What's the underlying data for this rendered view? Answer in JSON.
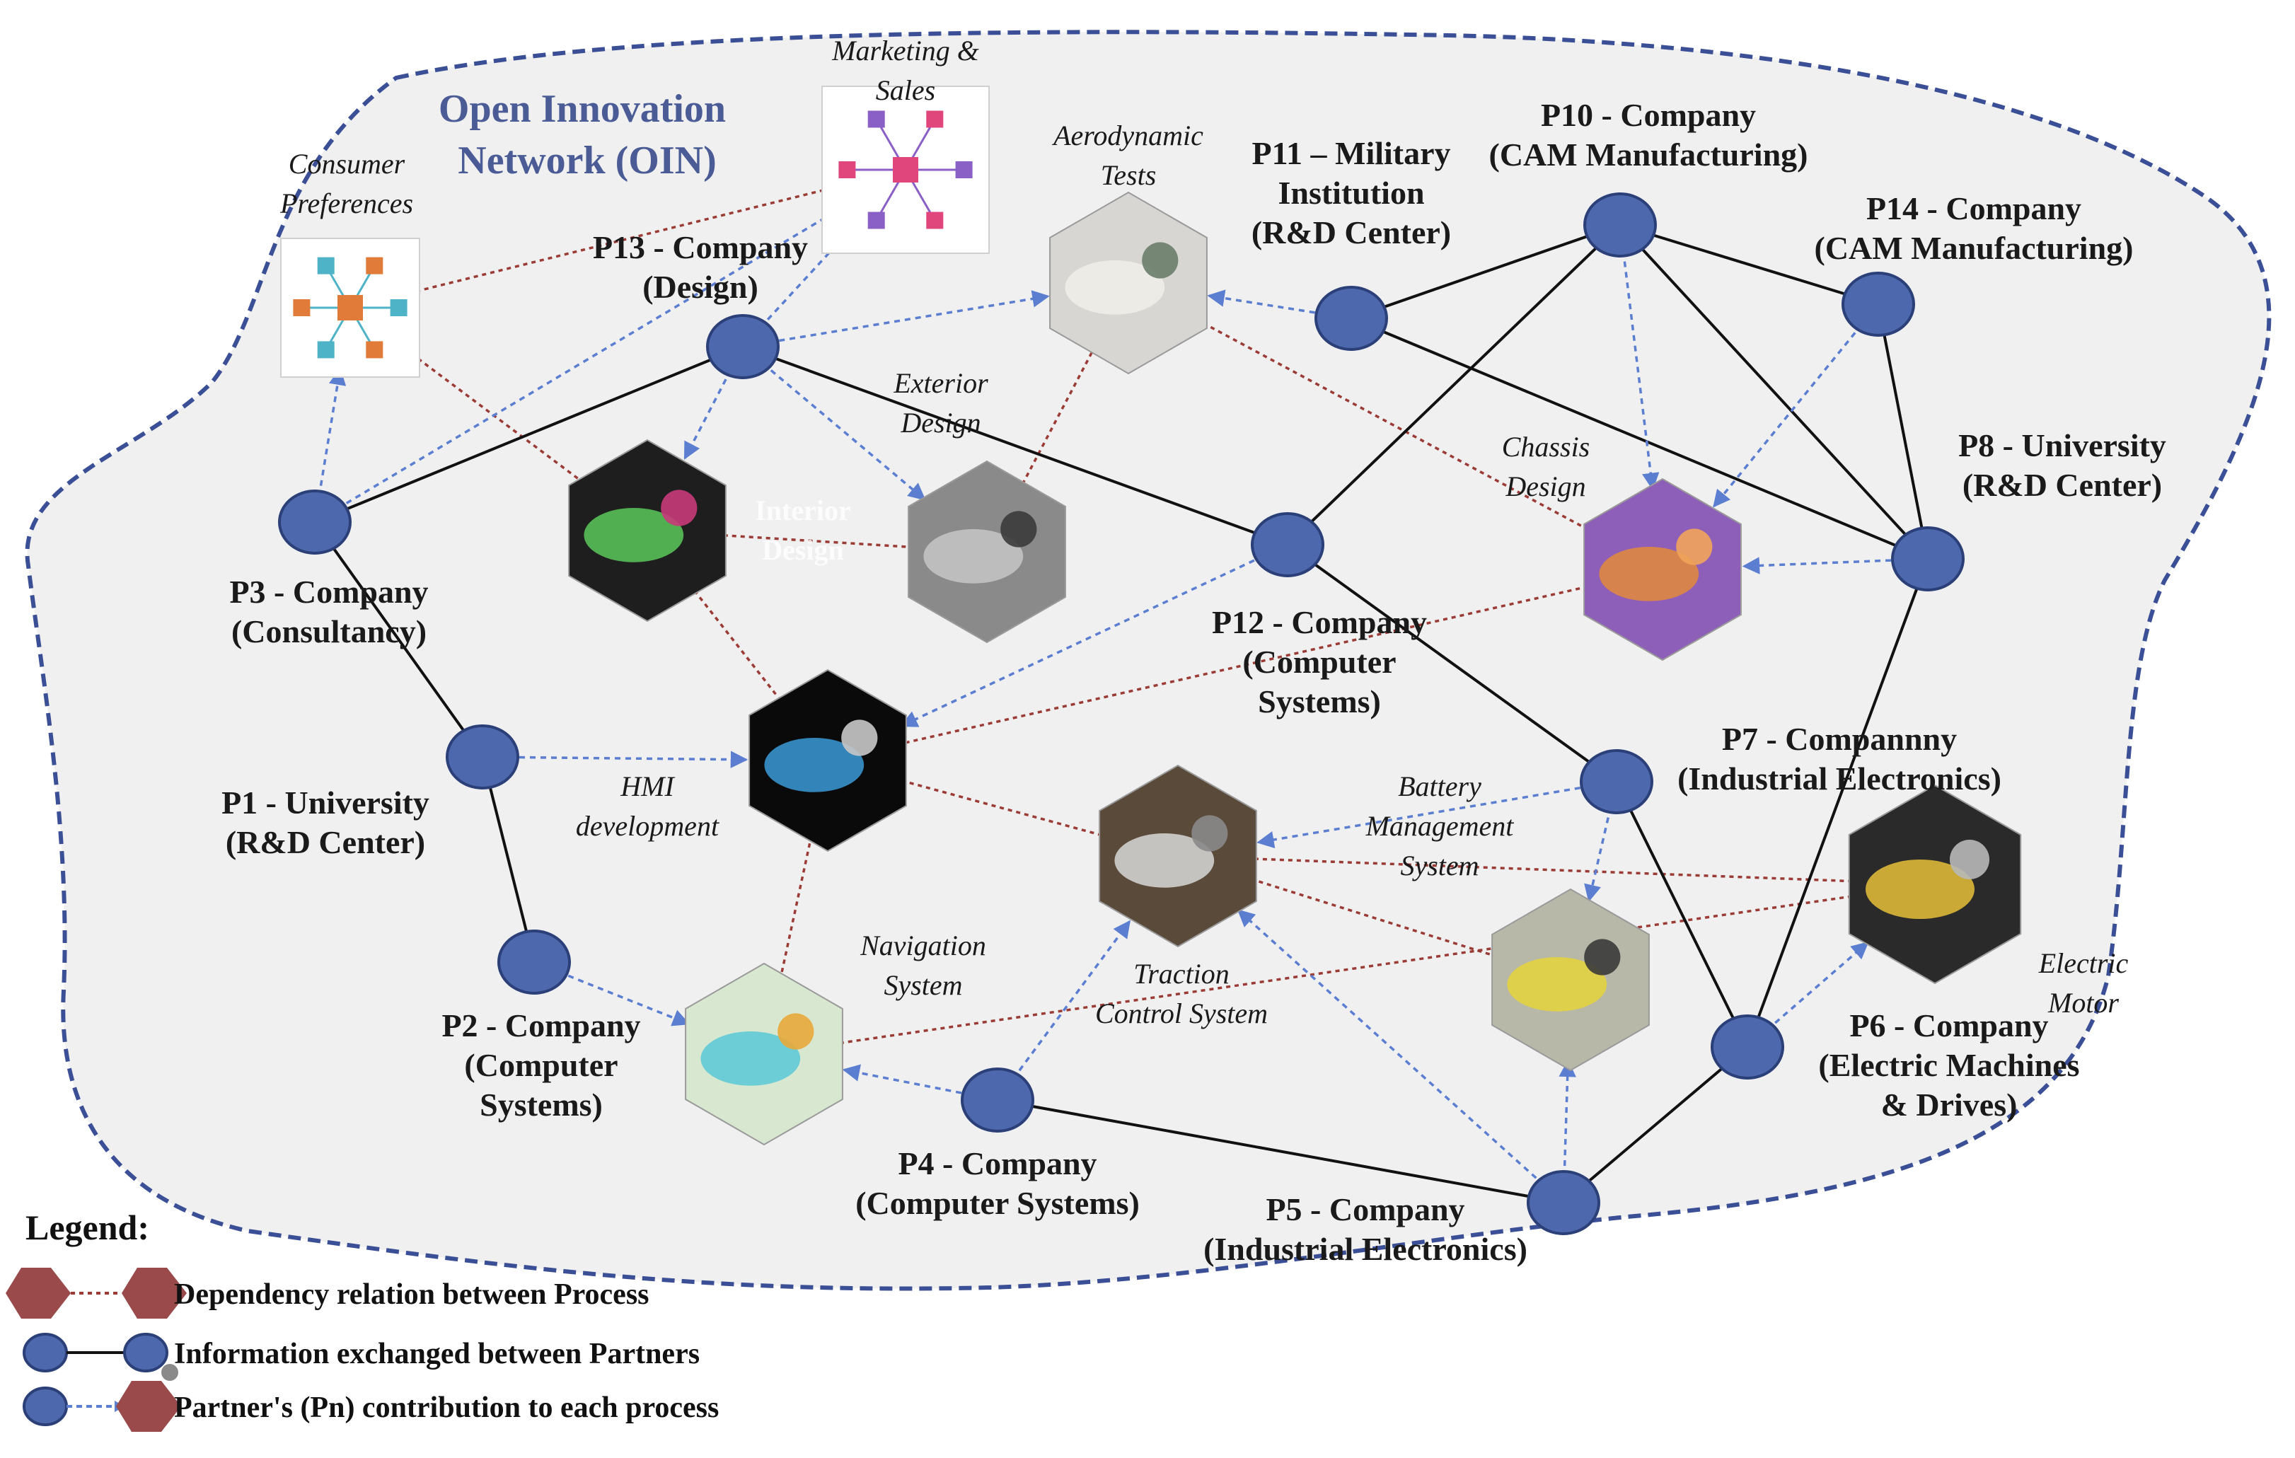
{
  "title": [
    "Open Innovation",
    "Network (OIN)"
  ],
  "colors": {
    "partner": "#4e68ad",
    "partner_stroke": "#2b3f78",
    "partner_link": "#111111",
    "contribution": "#5b7ed1",
    "dependency": "#9a3b35",
    "process_legend": "#9a4a4a",
    "boundary": "#3b4f96",
    "network_fill": "#f0f0f0"
  },
  "partners": [
    {
      "id": "P10",
      "lines": [
        "P10 - Company",
        "(CAM Manufacturing)"
      ]
    },
    {
      "id": "P11",
      "lines": [
        "P11 – Military",
        "Institution",
        "(R&D Center)"
      ]
    },
    {
      "id": "P14",
      "lines": [
        "P14 - Company",
        "(CAM Manufacturing)"
      ]
    },
    {
      "id": "P13",
      "lines": [
        "P13 - Company",
        "(Design)"
      ]
    },
    {
      "id": "P8",
      "lines": [
        "P8 - University",
        "(R&D Center)"
      ]
    },
    {
      "id": "P3",
      "lines": [
        "P3 - Company",
        "(Consultancy)"
      ]
    },
    {
      "id": "P12",
      "lines": [
        "P12 - Company",
        "(Computer",
        "Systems)"
      ]
    },
    {
      "id": "P7",
      "lines": [
        "P7 - Compannny",
        "(Industrial Electronics)"
      ]
    },
    {
      "id": "P1",
      "lines": [
        "P1 - University",
        "(R&D Center)"
      ]
    },
    {
      "id": "P2",
      "lines": [
        "P2 - Company",
        "(Computer",
        "Systems)"
      ]
    },
    {
      "id": "P4",
      "lines": [
        "P4 - Company",
        "(Computer Systems)"
      ]
    },
    {
      "id": "P6",
      "lines": [
        "P6 - Company",
        "(Electric Machines",
        "& Drives)"
      ]
    },
    {
      "id": "P5",
      "lines": [
        "P5 - Company",
        "(Industrial Electronics)"
      ]
    }
  ],
  "processes": [
    {
      "id": "consumer",
      "icon": "consumer-preferences-icon",
      "lines": [
        "Consumer",
        "Preferences"
      ]
    },
    {
      "id": "marketing",
      "icon": "marketing-sales-icon",
      "lines": [
        "Marketing &",
        "Sales"
      ]
    },
    {
      "id": "aero",
      "icon": "aerodynamic-tests-icon",
      "lines": [
        "Aerodynamic",
        "Tests"
      ]
    },
    {
      "id": "exterior",
      "icon": "exterior-design-icon",
      "lines": [
        "Exterior",
        "Design"
      ]
    },
    {
      "id": "interior",
      "icon": "interior-design-icon",
      "lines": [
        "Interior",
        "Design"
      ]
    },
    {
      "id": "chassis",
      "icon": "chassis-design-icon",
      "lines": [
        "Chassis",
        "Design"
      ]
    },
    {
      "id": "hmi",
      "icon": "hmi-development-icon",
      "lines": [
        "HMI",
        "development"
      ]
    },
    {
      "id": "bms",
      "icon": "battery-management-icon",
      "lines": [
        "Battery",
        "Management",
        "System"
      ]
    },
    {
      "id": "traction",
      "icon": "traction-control-icon",
      "lines": [
        "Traction",
        "Control System"
      ]
    },
    {
      "id": "navigation",
      "icon": "navigation-system-icon",
      "lines": [
        "Navigation",
        "System"
      ]
    },
    {
      "id": "motor",
      "icon": "electric-motor-icon",
      "lines": [
        "Electric",
        "Motor"
      ]
    }
  ],
  "legend": {
    "title": "Legend:",
    "items": [
      "Dependency relation  between Process",
      "Information exchanged between Partners",
      "Partner's (Pn) contribution to each process"
    ]
  }
}
